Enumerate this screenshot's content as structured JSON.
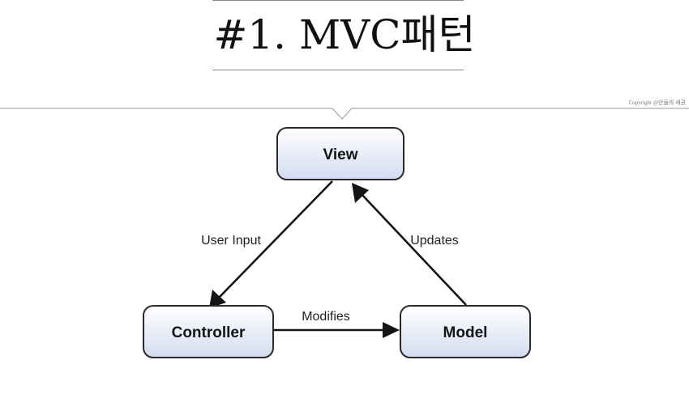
{
  "header": {
    "title": "#1. MVC패턴",
    "copyright": "Copyright @안들의 세권"
  },
  "diagram": {
    "nodes": {
      "view": "View",
      "controller": "Controller",
      "model": "Model"
    },
    "edges": {
      "user_input": "User Input",
      "updates": "Updates",
      "modifies": "Modifies"
    }
  },
  "colors": {
    "node_fill_top": "#ffffff",
    "node_fill_bottom": "#d3dcf0",
    "node_stroke": "#2a2a2a",
    "arrow": "#141414"
  }
}
